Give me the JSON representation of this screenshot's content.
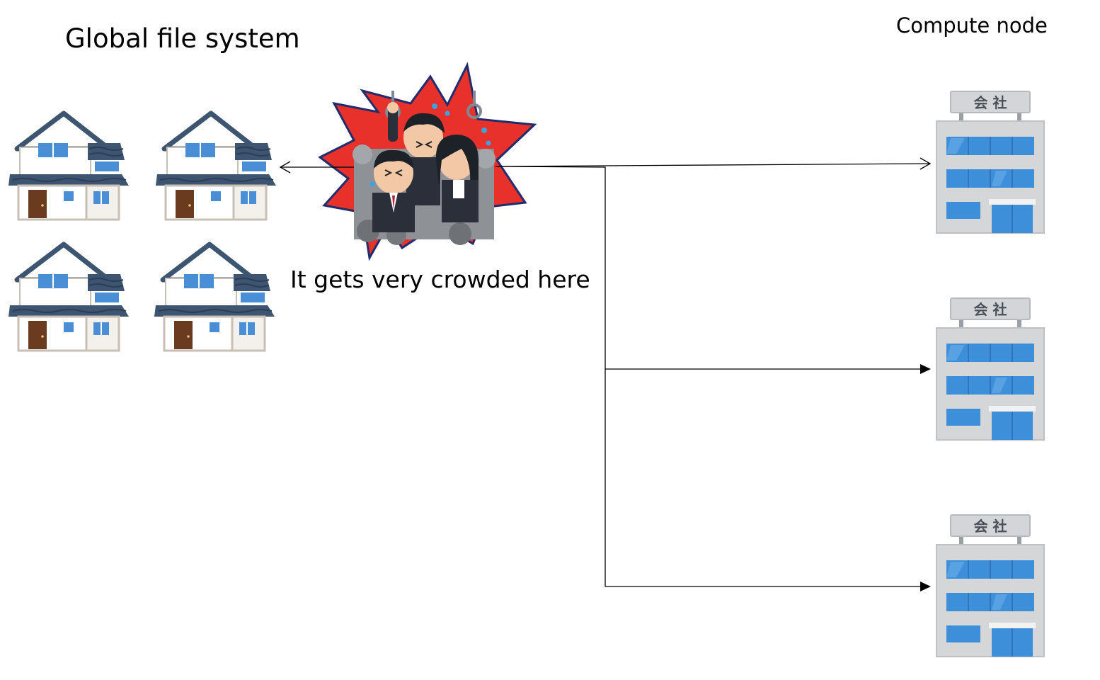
{
  "labels": {
    "global_fs": "Global file system",
    "compute_node": "Compute node",
    "crowded": "It gets very crowded here"
  },
  "icons": {
    "storage": "house-icon",
    "bottleneck": "crowded-train-icon",
    "compute": "office-building-icon"
  },
  "building_sign": "会  社",
  "colors": {
    "roof": "#3d5571",
    "window": "#4a8ed6",
    "wall": "#ffffff",
    "door": "#6b3b1f",
    "burst_red": "#e8312a",
    "burst_outline": "#1f2d6e",
    "building_body": "#d7d7d7",
    "building_window": "#3d8fd9",
    "line": "#000000"
  }
}
